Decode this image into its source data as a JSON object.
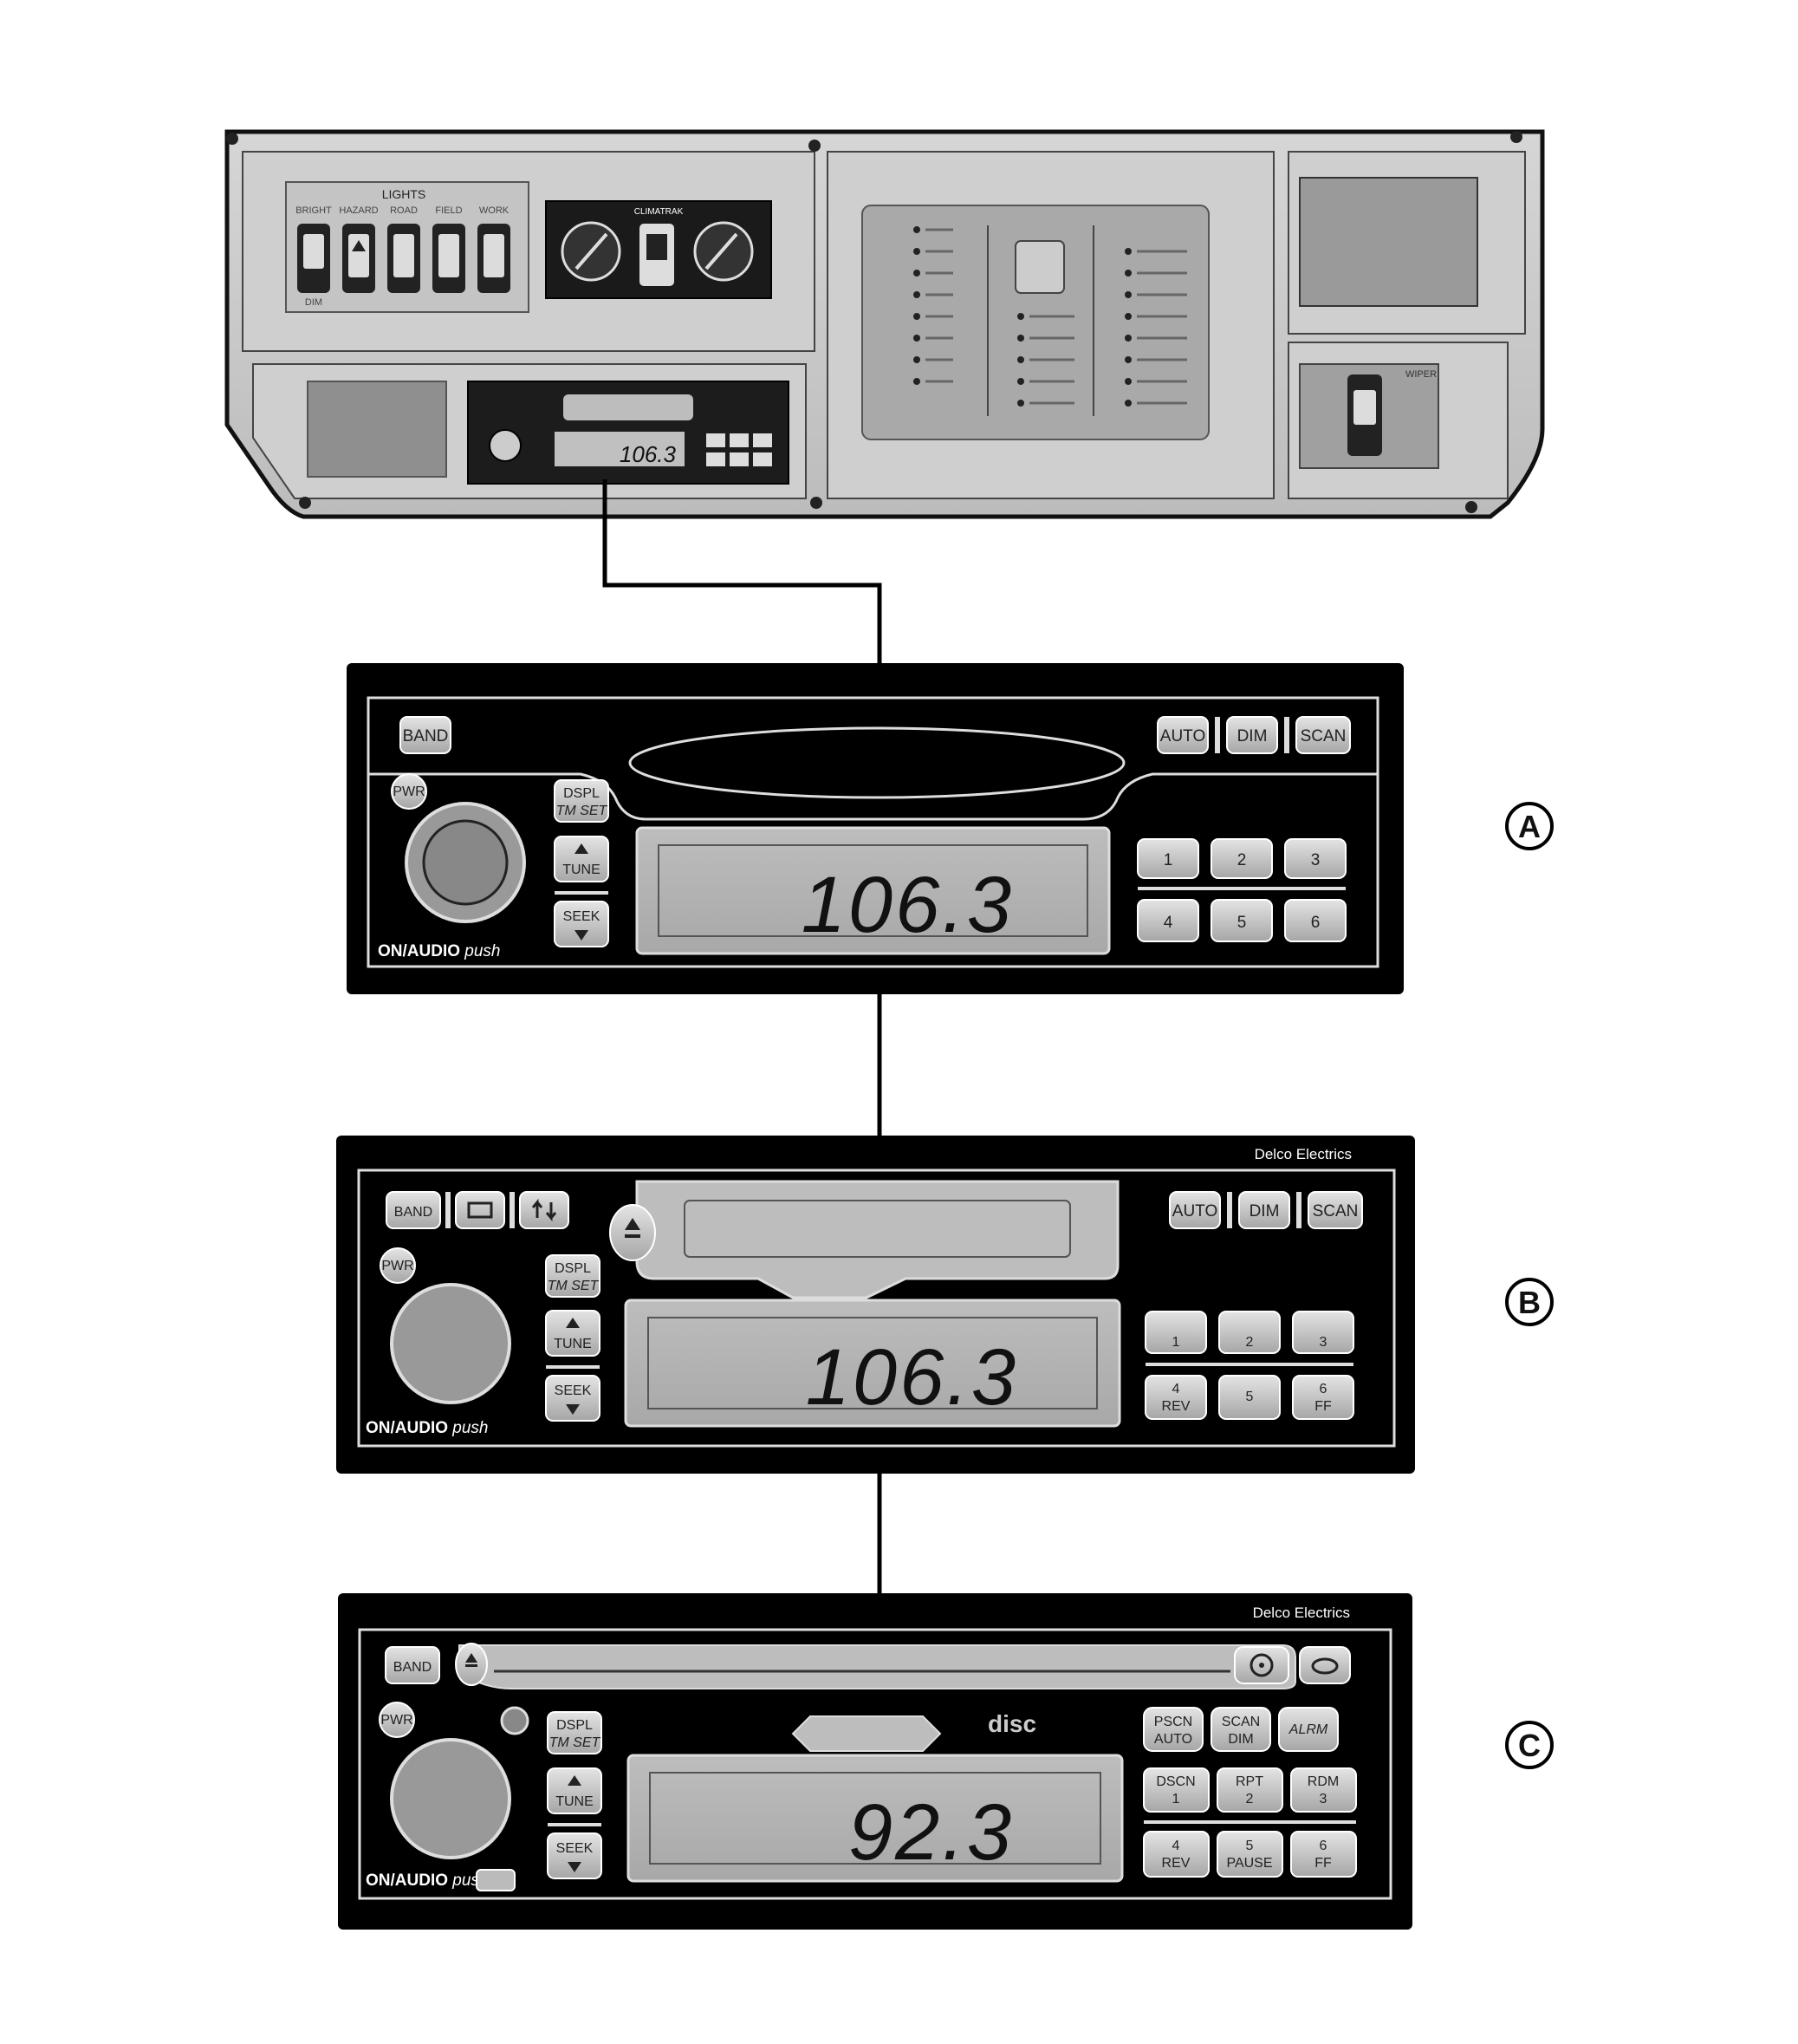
{
  "dashboard": {
    "lights_title": "LIGHTS",
    "light_switches": [
      "BRIGHT",
      "HAZARD",
      "ROAD",
      "FIELD",
      "WORK"
    ],
    "dim_label": "DIM",
    "climatrak_label": "CLIMATRAK",
    "wiper_label": "WIPER",
    "mini_radio_freq": "106.3"
  },
  "radio_a": {
    "callout": "A",
    "band": "BAND",
    "auto": "AUTO",
    "dim": "DIM",
    "scan": "SCAN",
    "pwr": "PWR",
    "dspl": "DSPL",
    "tm_set": "TM SET",
    "tune": "TUNE",
    "seek": "SEEK",
    "on_audio": "ON/AUDIO",
    "push": "push",
    "presets": [
      "1",
      "2",
      "3",
      "4",
      "5",
      "6"
    ],
    "frequency": "106.3"
  },
  "radio_b": {
    "callout": "B",
    "brand": "Delco Electrics",
    "band": "BAND",
    "auto": "AUTO",
    "dim": "DIM",
    "scan": "SCAN",
    "pwr": "PWR",
    "dspl": "DSPL",
    "tm_set": "TM SET",
    "tune": "TUNE",
    "seek": "SEEK",
    "on_audio": "ON/AUDIO",
    "push": "push",
    "presets_top": [
      "1",
      "2",
      "3"
    ],
    "preset_4": "4",
    "preset_4_sub": "REV",
    "preset_5": "5",
    "preset_6": "6",
    "preset_6_sub": "FF",
    "frequency": "106.3"
  },
  "radio_c": {
    "callout": "C",
    "brand": "Delco Electrics",
    "band": "BAND",
    "pwr": "PWR",
    "dspl": "DSPL",
    "tm_set": "TM SET",
    "tune": "TUNE",
    "seek": "SEEK",
    "on_audio": "ON/AUDIO",
    "push": "push",
    "disc_logo": "disc",
    "pscn": "PSCN",
    "pscn_sub": "AUTO",
    "scan": "SCAN",
    "scan_sub": "DIM",
    "alrm": "ALRM",
    "dscn": "DSCN",
    "dscn_sub": "1",
    "rpt": "RPT",
    "rpt_sub": "2",
    "rdm": "RDM",
    "rdm_sub": "3",
    "p4": "4",
    "p4_sub": "REV",
    "p5": "5",
    "p5_sub": "PAUSE",
    "p6": "6",
    "p6_sub": "FF",
    "frequency": "92.3"
  }
}
